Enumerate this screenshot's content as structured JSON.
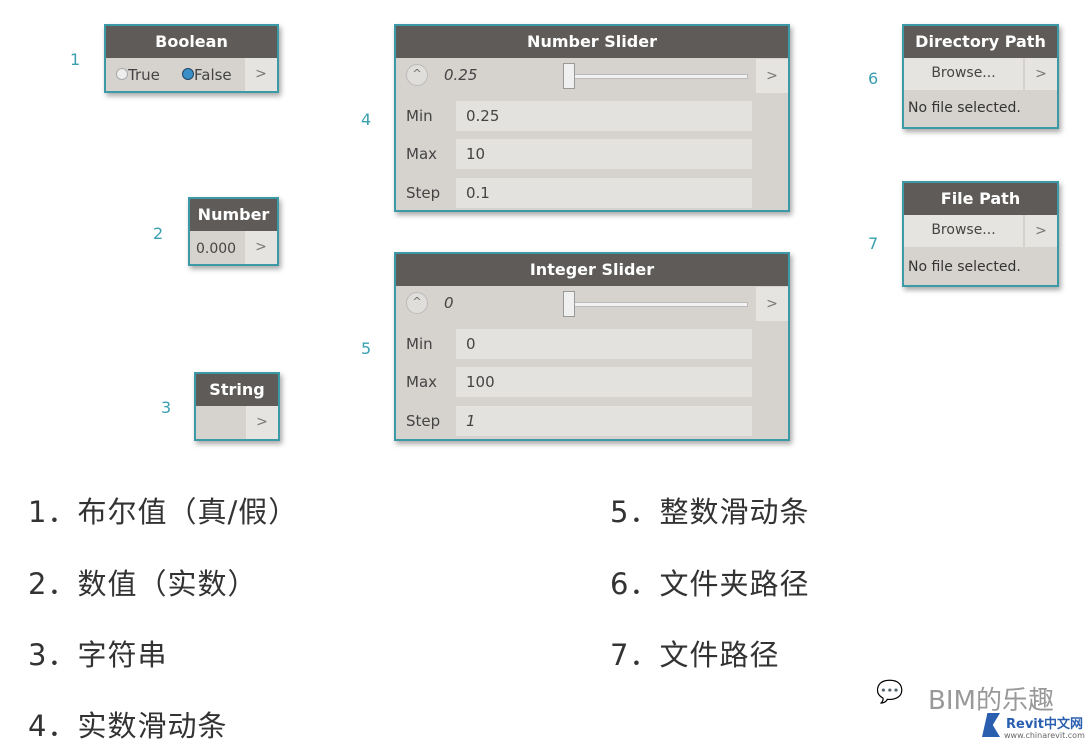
{
  "markers": [
    "1",
    "2",
    "3",
    "4",
    "5",
    "6",
    "7"
  ],
  "boolean": {
    "title": "Boolean",
    "true_label": "True",
    "false_label": "False",
    "selected": "False",
    "arrow": ">"
  },
  "number": {
    "title": "Number",
    "value": "0.000",
    "arrow": ">"
  },
  "string": {
    "title": "String",
    "value": "",
    "arrow": ">"
  },
  "number_slider": {
    "title": "Number Slider",
    "value": "0.25",
    "min_label": "Min",
    "min": "0.25",
    "max_label": "Max",
    "max": "10",
    "step_label": "Step",
    "step": "0.1",
    "arrow": ">",
    "position": 0
  },
  "integer_slider": {
    "title": "Integer Slider",
    "value": "0",
    "min_label": "Min",
    "min": "0",
    "max_label": "Max",
    "max": "100",
    "step_label": "Step",
    "step": "1",
    "arrow": ">",
    "position": 0
  },
  "directory_path": {
    "title": "Directory Path",
    "browse": "Browse...",
    "status": "No file selected.",
    "arrow": ">"
  },
  "file_path": {
    "title": "File Path",
    "browse": "Browse...",
    "status": "No file selected.",
    "arrow": ">"
  },
  "captions": [
    "1．布尔值（真/假）",
    "2．数值（实数）",
    "3．字符串",
    "4．实数滑动条",
    "5．整数滑动条",
    "6．文件夹路径",
    "7．文件路径"
  ],
  "watermark": {
    "text": "BIM的乐趣",
    "logo": "Revit中文网",
    "url": "www.chinarevit.com"
  },
  "colors": {
    "accent": "#3aa0b0",
    "header": "#5e5b58"
  }
}
